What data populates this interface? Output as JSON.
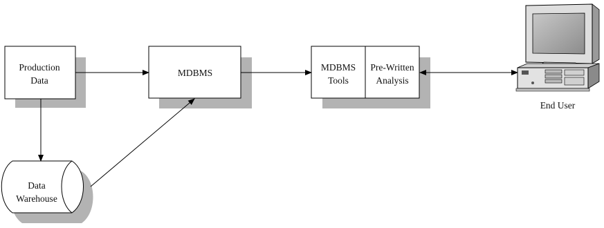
{
  "colors": {
    "shadow": "#b3b3b3",
    "stroke": "#000000",
    "fill": "#ffffff",
    "text": "#111111"
  },
  "nodes": {
    "production_data": {
      "line1": "Production",
      "line2": "Data"
    },
    "mdbms": {
      "label": "MDBMS"
    },
    "data_warehouse": {
      "line1": "Data",
      "line2": "Warehouse"
    },
    "mdbms_tools": {
      "line1": "MDBMS",
      "line2": "Tools"
    },
    "pre_written_analysis": {
      "line1": "Pre-Written",
      "line2": "Analysis"
    },
    "end_user": {
      "label": "End User"
    }
  },
  "icons": {
    "end_user": "desktop-computer-icon"
  }
}
